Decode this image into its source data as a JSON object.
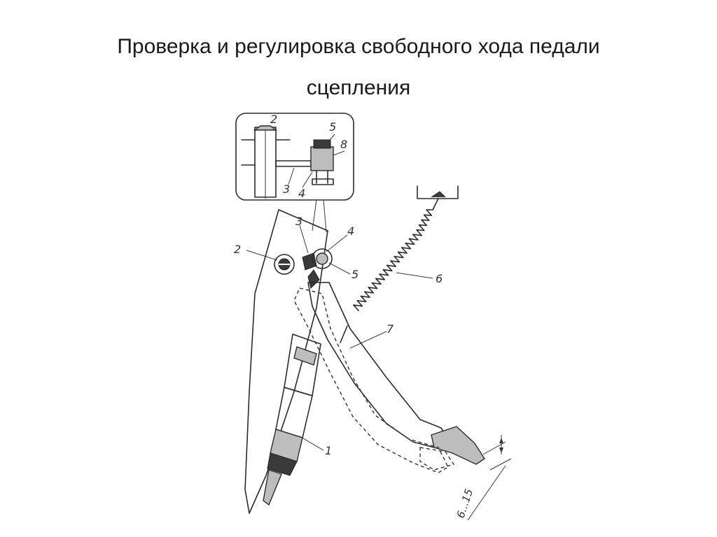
{
  "title": {
    "line1": "Проверка и регулировка свободного хода педали",
    "line2": "сцепления"
  },
  "inset": {
    "labels": [
      "2",
      "5",
      "8",
      "3",
      "4"
    ]
  },
  "callouts": {
    "c1": "1",
    "c2": "2",
    "c3": "3",
    "c4": "4",
    "c5": "5",
    "c6": "6",
    "c7": "7"
  },
  "dimension": {
    "label": "6...15"
  }
}
